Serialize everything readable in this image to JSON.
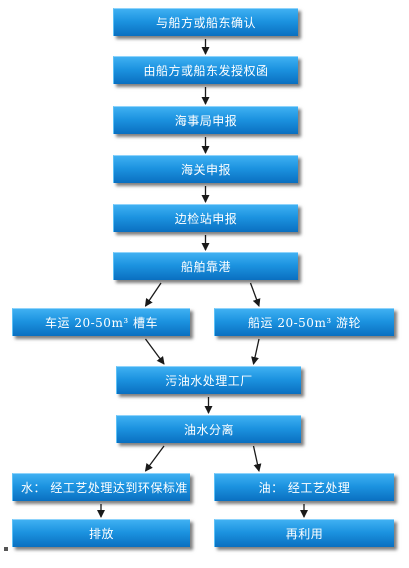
{
  "diagram": {
    "nodes": {
      "confirm": "与船方或船东确认",
      "authorization": "由船方或船东发授权函",
      "maritime": "海事局申报",
      "customs": "海关申报",
      "border": "边检站申报",
      "berthing": "船舶靠港",
      "vehicle_transport": "车运 20-50m³ 槽车",
      "ship_transport": "船运 20-50m³ 游轮",
      "plant": "污油水处理工厂",
      "separation": "油水分离",
      "water_treatment": "水： 经工艺处理达到环保标准",
      "oil_treatment": "油： 经工艺处理",
      "discharge": "排放",
      "reuse": "再利用"
    },
    "edges": [
      [
        "confirm",
        "authorization"
      ],
      [
        "authorization",
        "maritime"
      ],
      [
        "maritime",
        "customs"
      ],
      [
        "customs",
        "border"
      ],
      [
        "border",
        "berthing"
      ],
      [
        "berthing",
        "vehicle_transport"
      ],
      [
        "berthing",
        "ship_transport"
      ],
      [
        "vehicle_transport",
        "plant"
      ],
      [
        "ship_transport",
        "plant"
      ],
      [
        "plant",
        "separation"
      ],
      [
        "separation",
        "water_treatment"
      ],
      [
        "separation",
        "oil_treatment"
      ],
      [
        "water_treatment",
        "discharge"
      ],
      [
        "oil_treatment",
        "reuse"
      ]
    ],
    "colors": {
      "box_top": "#3fb0f2",
      "box_bottom": "#0a6fc0",
      "text": "#ffffff",
      "arrow": "#1a1a1a"
    }
  }
}
